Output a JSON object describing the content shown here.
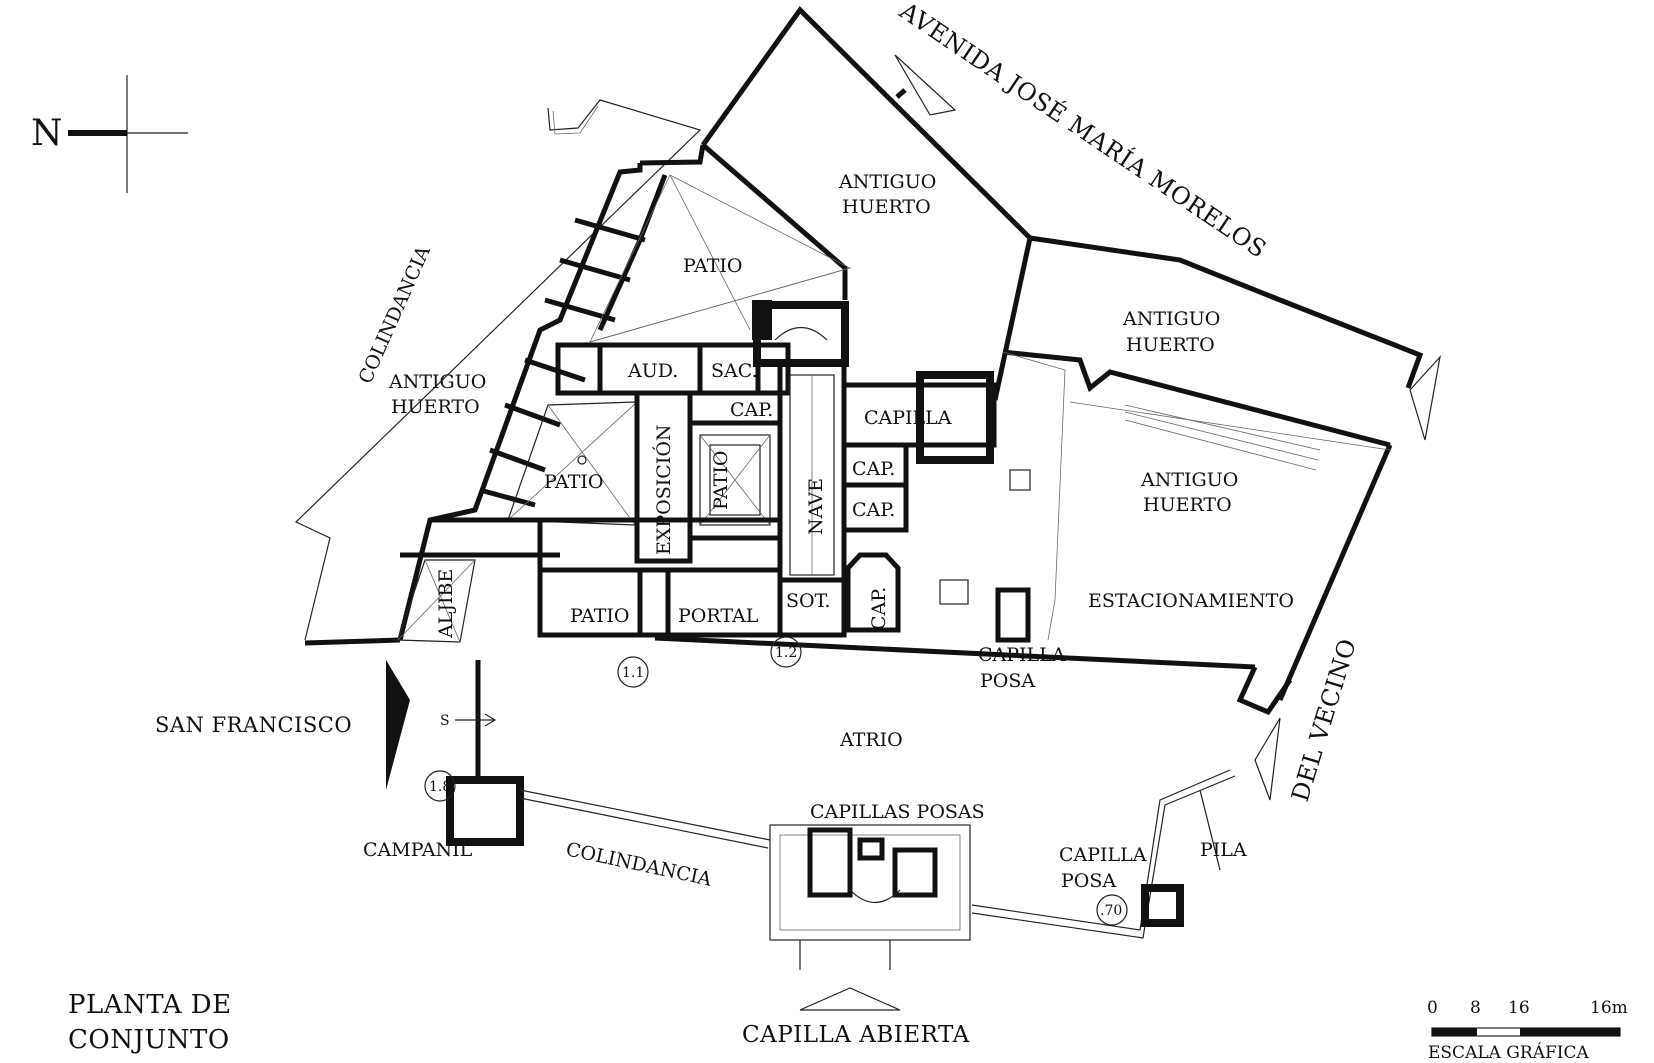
{
  "north_label": "N",
  "title": [
    "PLANTA DE",
    "CONJUNTO"
  ],
  "streets": {
    "avenida": "AVENIDA JOSÉ MARÍA MORELOS",
    "san_francisco": "SAN FRANCISCO",
    "del_vecino": "DEL VECINO",
    "capilla_abierta": "CAPILLA ABIERTA"
  },
  "rooms": {
    "colindancia_left": "COLINDANCIA",
    "colindancia_bottom": "COLINDANCIA",
    "antiguo_huerto_left": [
      "ANTIGUO",
      "HUERTO"
    ],
    "antiguo_huerto_top": [
      "ANTIGUO",
      "HUERTO"
    ],
    "antiguo_huerto_right_top": [
      "ANTIGUO",
      "HUERTO"
    ],
    "antiguo_huerto_right": [
      "ANTIGUO",
      "HUERTO"
    ],
    "patio_top": "PATIO",
    "patio_cloister": "PATIO",
    "patio_small": "PATIO",
    "patio_bottom": "PATIO",
    "aud": "AUD.",
    "sac": "SAC.",
    "cap_1": "CAP.",
    "capilla": "CAPILLA",
    "cap_2": "CAP.",
    "cap_3": "CAP.",
    "cap_4": "CAP.",
    "exposicion": "EXPOSICIÓN",
    "nave": "NAVE",
    "sot": "SOT.",
    "portal": "PORTAL",
    "aljibe": "ALJIBE",
    "estacionamiento": "ESTACIONAMIENTO",
    "capilla_posa_1": [
      "CAPILLA",
      "POSA"
    ],
    "capilla_posa_2": [
      "CAPILLA",
      "POSA"
    ],
    "capillas_posas": "CAPILLAS POSAS",
    "atrio": "ATRIO",
    "campanil": "CAMPANIL",
    "pila": "PILA"
  },
  "markers": {
    "m11": "1.1",
    "m12": "1.2",
    "m18": "1.8",
    "m70": ".70",
    "s": "S"
  },
  "scale": {
    "ticks": [
      "0",
      "8",
      "16",
      "16m"
    ],
    "caption": "ESCALA GRÁFICA"
  }
}
